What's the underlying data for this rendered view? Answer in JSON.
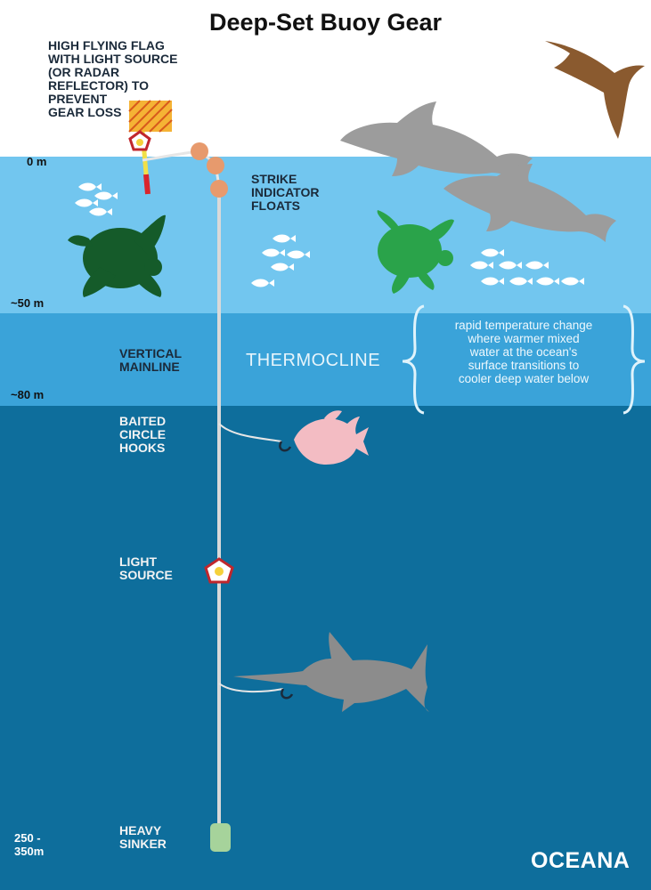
{
  "title": "Deep-Set Buoy Gear",
  "labels": {
    "flag": "HIGH FLYING FLAG\nWITH LIGHT SOURCE\n(OR RADAR\nREFLECTOR) TO\nPREVENT\nGEAR LOSS",
    "strike_floats": "STRIKE\nINDICATOR\nFLOATS",
    "vertical_mainline": "VERTICAL\nMAINLINE",
    "thermocline": "THERMOCLINE",
    "thermocline_desc": "rapid temperature change\nwhere warmer mixed\nwater at the ocean's\nsurface transitions to\ncooler deep water below",
    "baited_hooks": "BAITED\nCIRCLE\nHOOKS",
    "light_source": "LIGHT\nSOURCE",
    "heavy_sinker": "HEAVY\nSINKER"
  },
  "depths": {
    "surface": "0 m",
    "d50": "~50 m",
    "d80": "~80 m",
    "bottom": "250 -\n350m"
  },
  "logo": "OCEANA",
  "colors": {
    "surface_water": "#72c6ef",
    "thermocline_water": "#3aa3d9",
    "deep_water": "#0e6e9c",
    "mainline": "#d9d9d9",
    "float": "#e79a6d",
    "sinker": "#a6d39b",
    "sea_turtle_dark": "#155b2a",
    "sea_turtle_light": "#2aa34a",
    "dolphin": "#9c9c9c",
    "bird": "#8a5a2f",
    "opah_fish": "#f3bcc3",
    "swordfish": "#8c8c8c"
  }
}
